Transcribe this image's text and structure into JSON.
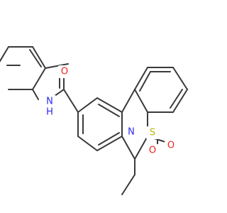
{
  "colors": {
    "bond": "#3a3a3a",
    "carbon": "#3a3a3a",
    "nitrogen": "#2a2aee",
    "oxygen": "#ee2020",
    "sulfur": "#b8b800",
    "background": "#ffffff"
  },
  "atoms": {
    "amide_o": "O",
    "amide_nh": "N",
    "amide_h": "H",
    "ring_n": "N",
    "sulfur": "S",
    "sulfonyl_o1": "O",
    "sulfonyl_o2": "O"
  }
}
